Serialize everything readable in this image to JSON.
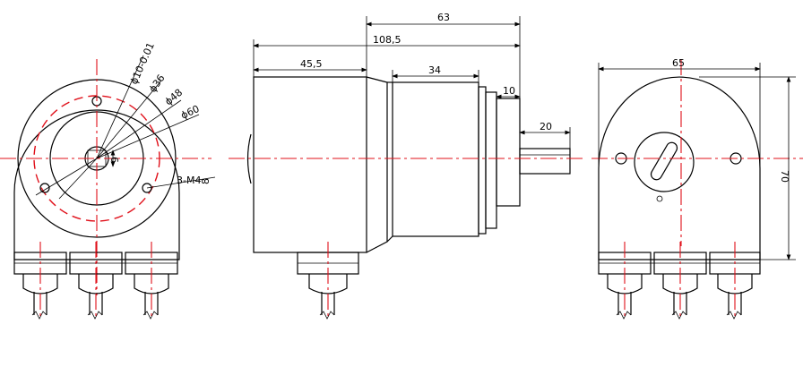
{
  "drawing": {
    "front_view": {
      "labels": {
        "bore": "ϕ10-0.01",
        "d36": "ϕ36",
        "d48": "ϕ48",
        "d60": "ϕ60",
        "holes": "3-M4",
        "hole_depth": "8",
        "offset": "9"
      }
    },
    "side_view": {
      "dims": {
        "overall_to_flange": "63",
        "overall": "108,5",
        "body": "45,5",
        "bearing_housing": "34",
        "flange": "10",
        "shaft": "20"
      }
    },
    "rear_view": {
      "dims": {
        "width": "65",
        "height": "70"
      }
    },
    "colors": {
      "line": "#000000",
      "centerline": "#e0101a"
    }
  }
}
